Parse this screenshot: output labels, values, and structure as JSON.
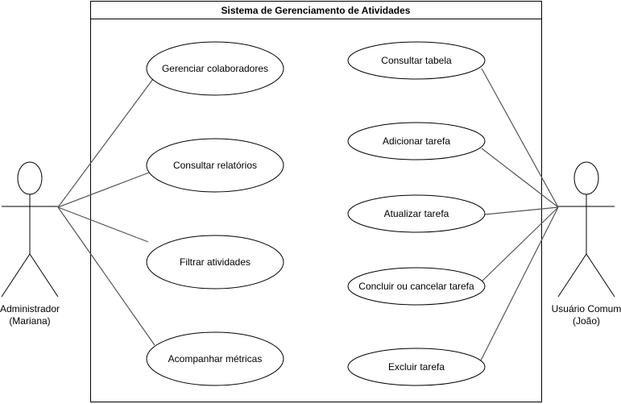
{
  "system": {
    "title": "Sistema de Gerenciamento de Atividades"
  },
  "actors": {
    "admin": {
      "label_line1": "Administrador",
      "label_line2": "(Mariana)"
    },
    "user": {
      "label_line1": "Usuário Comum",
      "label_line2": "(João)"
    }
  },
  "admin_use_cases": [
    {
      "label": "Gerenciar colaboradores"
    },
    {
      "label": "Consultar relatórios"
    },
    {
      "label": "Filtrar atividades"
    },
    {
      "label": "Acompanhar métricas"
    }
  ],
  "user_use_cases": [
    {
      "label": "Consultar tabela"
    },
    {
      "label": "Adicionar tarefa"
    },
    {
      "label": "Atualizar tarefa"
    },
    {
      "label": "Concluir ou cancelar tarefa"
    },
    {
      "label": "Excluir tarefa"
    }
  ]
}
